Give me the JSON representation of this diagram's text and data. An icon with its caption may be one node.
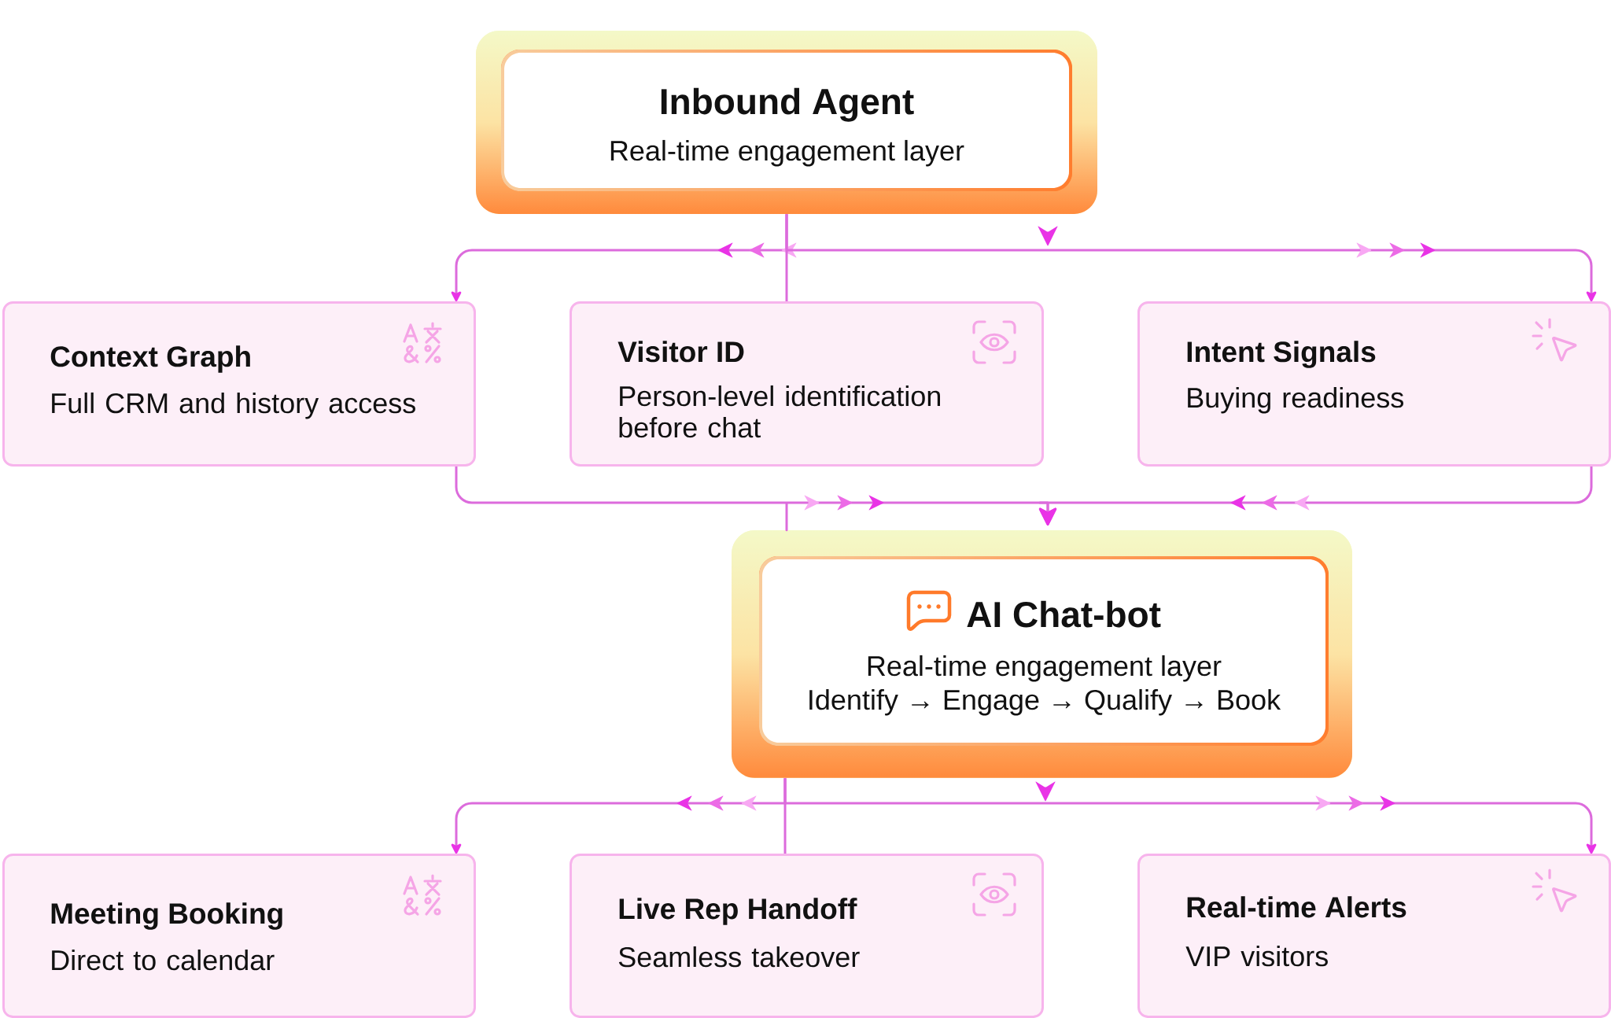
{
  "diagram": {
    "nodes": [
      {
        "text": [
          "Inbound Agent",
          "Real-time engagement layer"
        ]
      },
      {
        "text": [
          "Context Graph",
          "Full CRM and history access"
        ]
      },
      {
        "text": [
          "Visitor ID",
          "Person-level identification before chat"
        ]
      },
      {
        "text": [
          "Intent Signals",
          "Buying readiness"
        ]
      },
      {
        "text": [
          "AI Chat-bot",
          "Real-time engagement layer",
          "Identify → Engage → Qualify → Book"
        ]
      },
      {
        "text": [
          "Meeting Booking",
          "Direct to calendar"
        ]
      },
      {
        "text": [
          "Live Rep Handoff",
          "Seamless takeover"
        ]
      },
      {
        "text": [
          "Real-time Alerts",
          "VIP visitors"
        ]
      }
    ],
    "edges": [
      {
        "from": 0,
        "to": 1,
        "arrow": "to"
      },
      {
        "from": 0,
        "to": 2,
        "arrow": "none"
      },
      {
        "from": 0,
        "to": 3,
        "arrow": "to"
      },
      {
        "from": 1,
        "to": 4,
        "arrow": "to"
      },
      {
        "from": 3,
        "to": 4,
        "arrow": "to"
      },
      {
        "from": 4,
        "to": 5,
        "arrow": "to"
      },
      {
        "from": 4,
        "to": 6,
        "arrow": "none"
      },
      {
        "from": 4,
        "to": 7,
        "arrow": "to"
      }
    ]
  }
}
